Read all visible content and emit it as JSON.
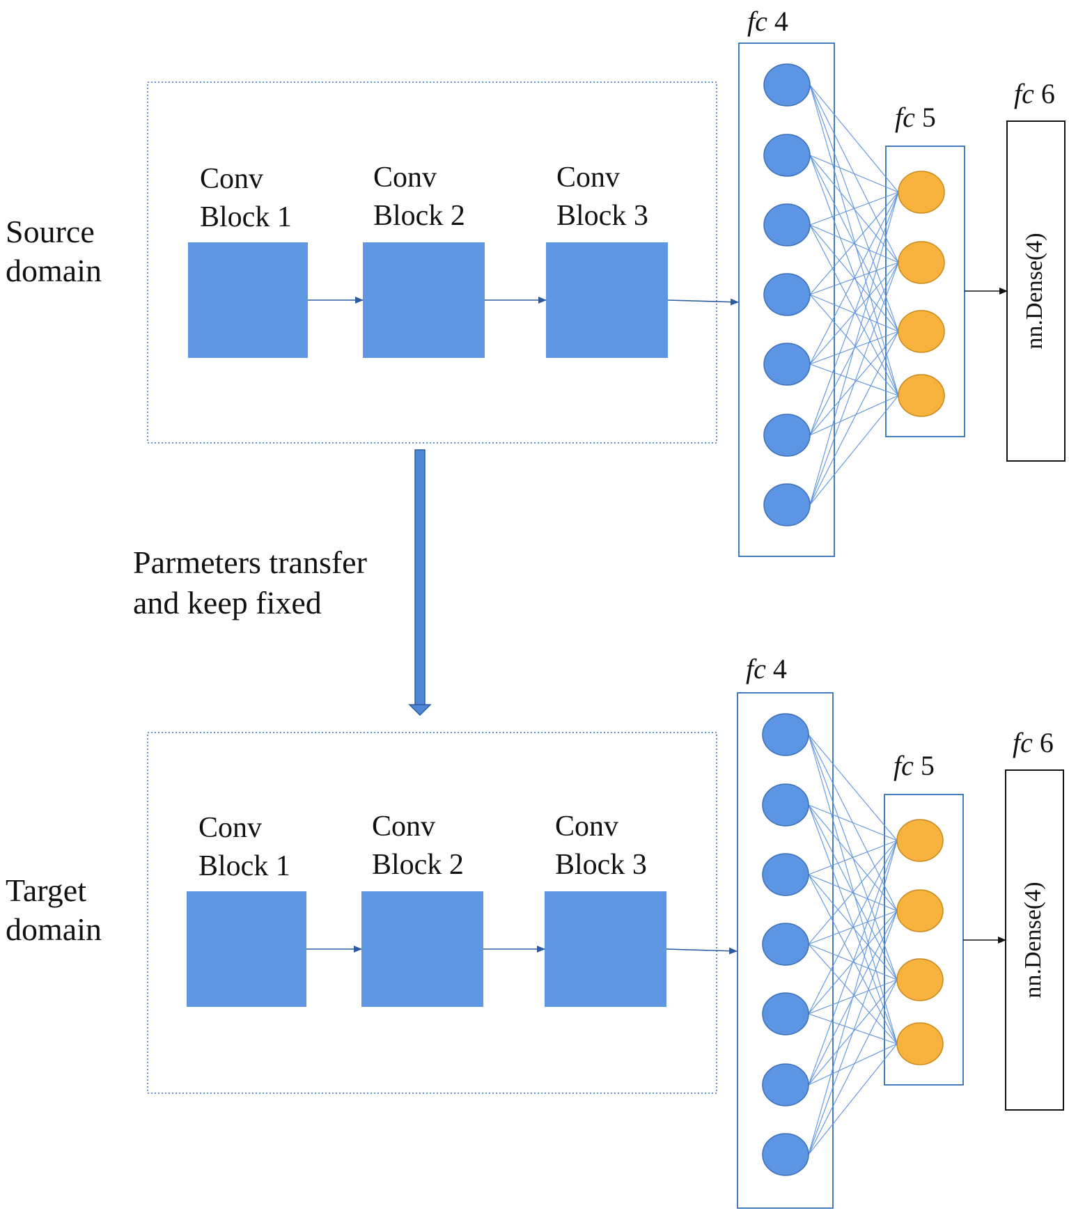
{
  "panels": [
    {
      "id": "source",
      "domain_label": [
        "Source",
        "domain"
      ],
      "blocks": [
        {
          "line1": "Conv",
          "line2": "Block 1"
        },
        {
          "line1": "Conv",
          "line2": "Block 2"
        },
        {
          "line1": "Conv",
          "line2": "Block 3"
        }
      ],
      "fc4": {
        "prefix": "fc",
        "num": " 4"
      },
      "fc5": {
        "prefix": "fc",
        "num": " 5"
      },
      "fc6": {
        "prefix": "fc",
        "num": " 6"
      },
      "dense_label": "nn.Dense(4)"
    },
    {
      "id": "target",
      "domain_label": [
        "Target",
        "domain"
      ],
      "blocks": [
        {
          "line1": "Conv",
          "line2": "Block 1"
        },
        {
          "line1": "Conv",
          "line2": "Block 2"
        },
        {
          "line1": "Conv",
          "line2": "Block 3"
        }
      ],
      "fc4": {
        "prefix": "fc",
        "num": " 4"
      },
      "fc5": {
        "prefix": "fc",
        "num": " 5"
      },
      "fc6": {
        "prefix": "fc",
        "num": " 6"
      },
      "dense_label": "nn.Dense(4)"
    }
  ],
  "transfer": {
    "line1": "Parmeters transfer",
    "line2": "and keep fixed"
  },
  "layer_sizes": {
    "fc4": 7,
    "fc5": 4
  },
  "colors": {
    "conv_block": "#6097e3",
    "fc4_node": "#5c95e3",
    "fc5_node": "#f7b33e",
    "box_stroke": "#2f6fb7"
  }
}
